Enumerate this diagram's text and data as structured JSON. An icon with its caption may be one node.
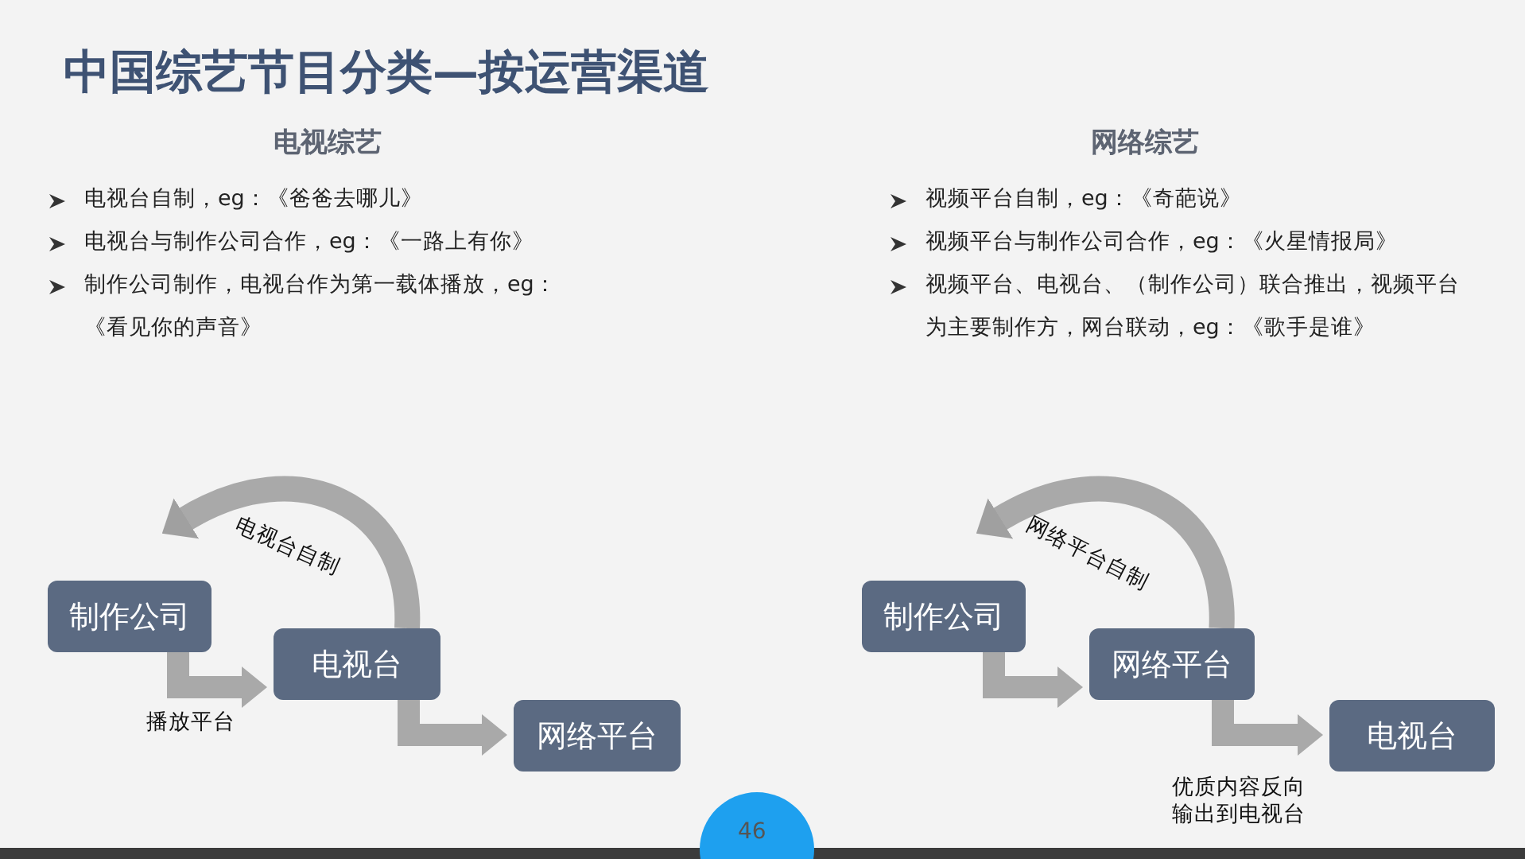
{
  "diagram": {
    "title": "中国综艺节目分类—按运营渠道",
    "nodes": [
      {
        "text": [
          "制作公司"
        ]
      },
      {
        "text": [
          "电视台"
        ]
      },
      {
        "text": [
          "网络平台"
        ]
      },
      {
        "text": [
          "制作公司"
        ]
      },
      {
        "text": [
          "网络平台"
        ]
      },
      {
        "text": [
          "电视台"
        ]
      }
    ],
    "edges": [
      {
        "from": 0,
        "to": 1,
        "arrow": "to",
        "label": "播放平台"
      },
      {
        "from": 1,
        "to": 2,
        "arrow": "to"
      },
      {
        "from": 1,
        "to": 0,
        "arrow": "to",
        "label": "电视台自制"
      },
      {
        "from": 3,
        "to": 4,
        "arrow": "to"
      },
      {
        "from": 4,
        "to": 5,
        "arrow": "to",
        "label": "优质内容反向输出到电视台"
      },
      {
        "from": 4,
        "to": 3,
        "arrow": "to",
        "label": "网络平台自制"
      }
    ],
    "labels": [
      "电视综艺",
      "电视台自制，eg：《爸爸去哪儿》",
      "电视台与制作公司合作，eg：《一路上有你》",
      "制作公司制作，电视台作为第一载体播放，eg：《看见你的声音》",
      "网络综艺",
      "视频平台自制，eg：《奇葩说》",
      "视频平台与制作公司合作，eg：《火星情报局》",
      "视频平台、电视台、（制作公司）联合推出，视频平台为主要制作方，网台联动，eg：《歌手是谁》",
      "46"
    ]
  }
}
